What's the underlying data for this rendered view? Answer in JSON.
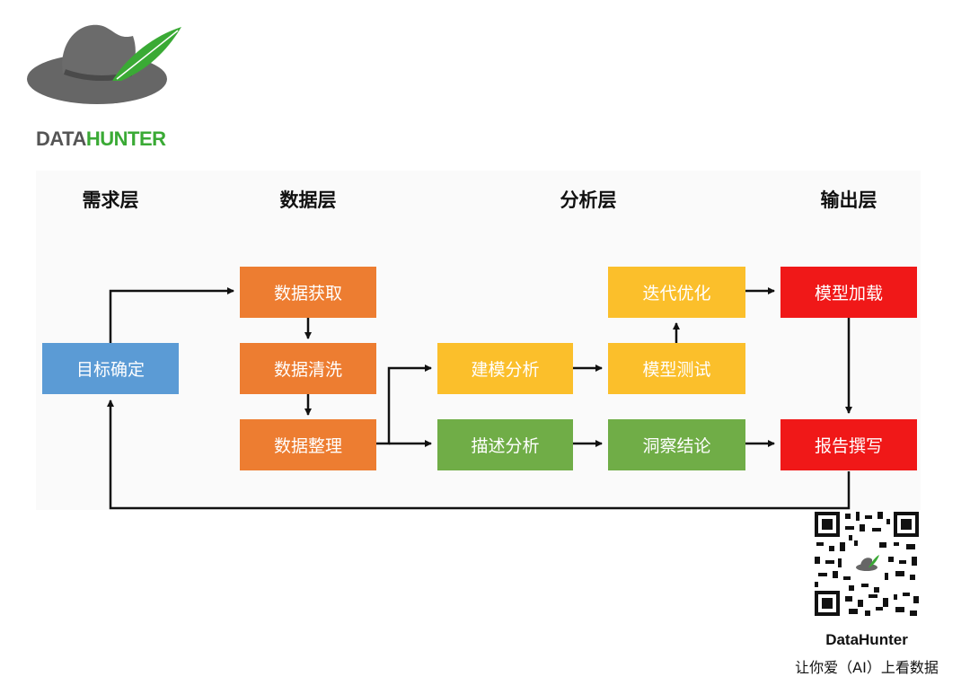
{
  "logo": {
    "part1": "DATA",
    "part2": "HUNTER",
    "color1": "#555555",
    "color2": "#3aaa35"
  },
  "layers": [
    "需求层",
    "数据层",
    "分析层",
    "输出层"
  ],
  "nodes": {
    "goal": "目标确定",
    "acquire": "数据获取",
    "clean": "数据清洗",
    "organize": "数据整理",
    "model": "建模分析",
    "describe": "描述分析",
    "iterate": "迭代优化",
    "test": "模型测试",
    "insight": "洞察结论",
    "load": "模型加载",
    "report": "报告撰写"
  },
  "colors": {
    "blue": "#5b9bd5",
    "orange": "#ed7d31",
    "yellow": "#fbbf2b",
    "green": "#70ad47",
    "red": "#f01818"
  },
  "footer": {
    "title": "DataHunter",
    "subtitle": "让你爱（AI）上看数据"
  }
}
